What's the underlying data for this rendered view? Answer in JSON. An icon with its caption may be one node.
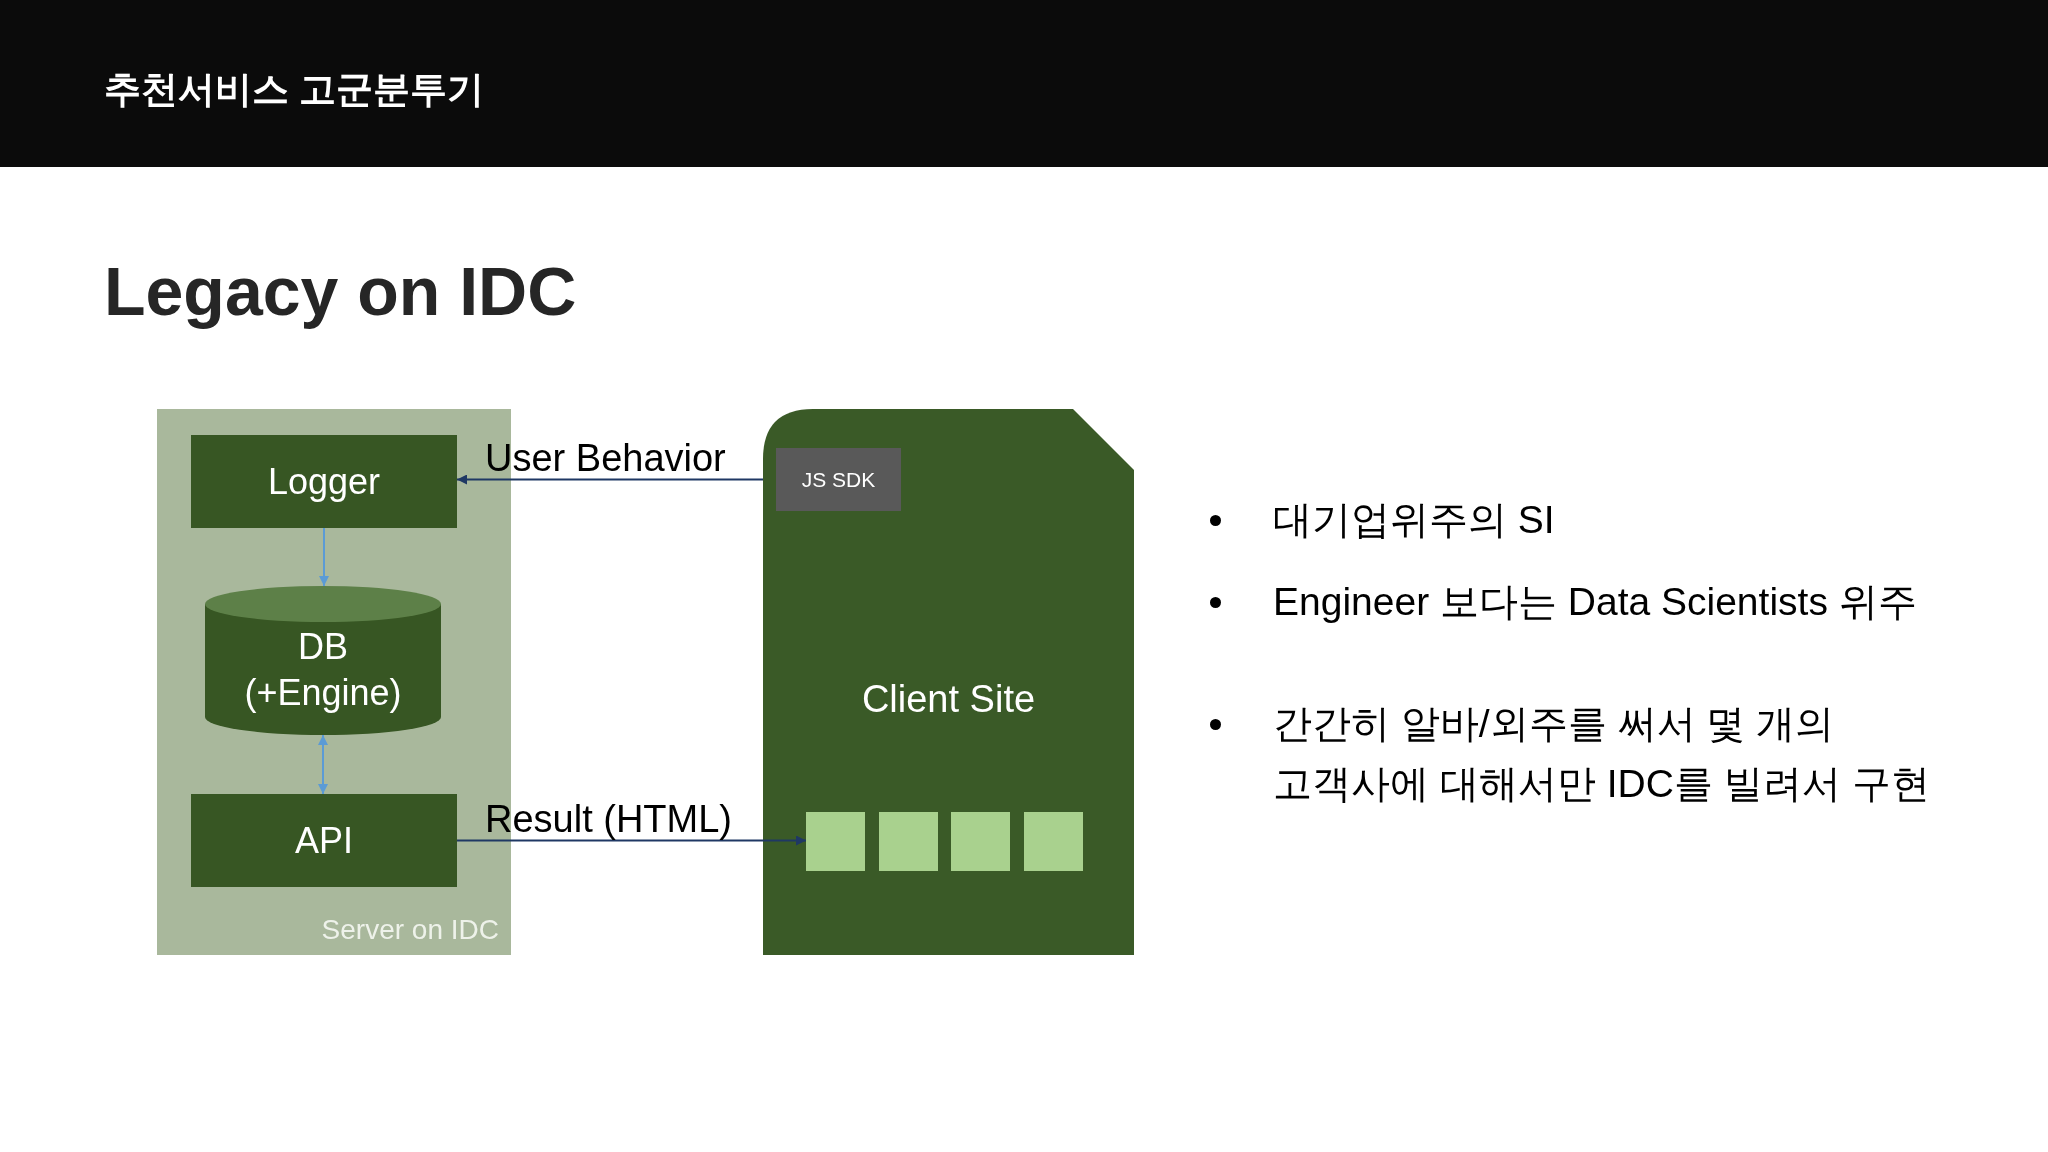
{
  "diagram": {
    "title": "추천서비스 고군분투기",
    "nodes": [
      {
        "text": [
          "Server on IDC"
        ]
      },
      {
        "text": [
          "Logger"
        ],
        "in": 0
      },
      {
        "text": [
          "DB (+Engine)"
        ],
        "in": 0
      },
      {
        "text": [
          "API"
        ],
        "in": 0
      },
      {
        "text": [
          "Client Site"
        ]
      },
      {
        "text": [
          "JS SDK"
        ],
        "in": 4
      },
      {
        "text": [],
        "shape": "box",
        "in": 4
      },
      {
        "text": [],
        "shape": "box",
        "in": 4
      },
      {
        "text": [],
        "shape": "box",
        "in": 4
      },
      {
        "text": [],
        "shape": "box",
        "in": 4
      }
    ],
    "edges": [
      {
        "from": 5,
        "to": 1,
        "arrow": "to",
        "label": "User Behavior"
      },
      {
        "from": 1,
        "to": 2,
        "arrow": "to",
        "color": "#5b9bd5"
      },
      {
        "from": 2,
        "to": 3,
        "arrow": "both",
        "color": "#5b9bd5"
      },
      {
        "from": 3,
        "to": 6,
        "arrow": "to",
        "label": "Result (HTML)"
      }
    ],
    "labels": [
      "Legacy on IDC",
      "대기업위주의 SI",
      "Engineer 보다는 Data Scientists 위주",
      "간간히 알바/외주를 써서 몇 개의 고객사에 대해서만 IDC를 빌려서 구현"
    ]
  }
}
